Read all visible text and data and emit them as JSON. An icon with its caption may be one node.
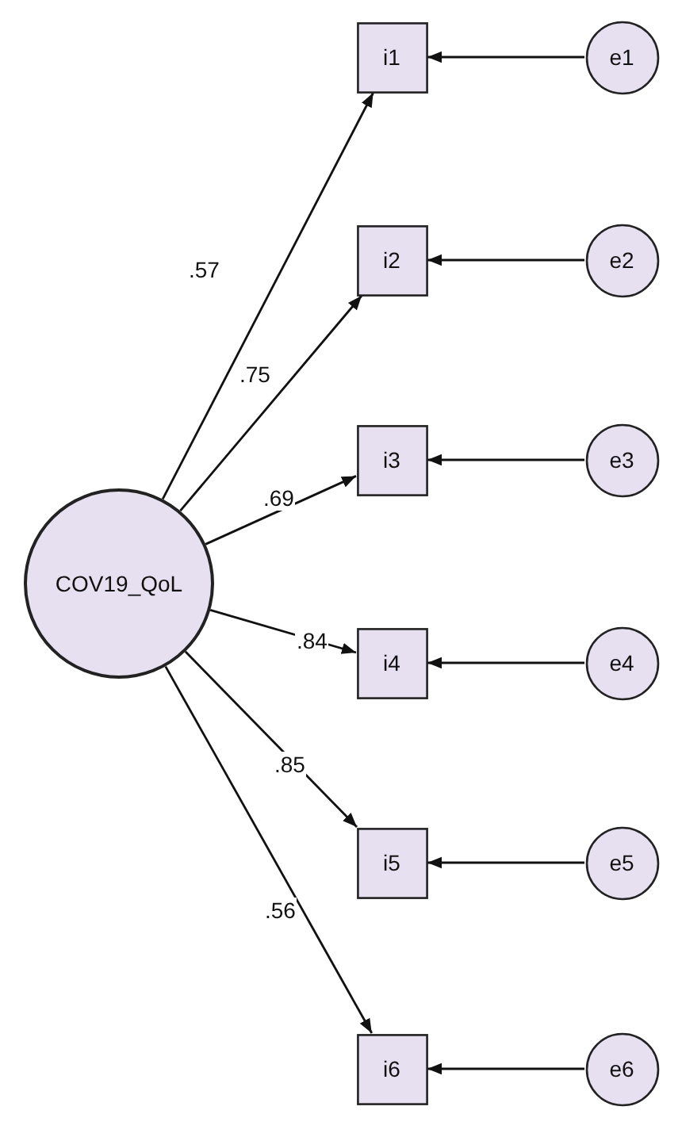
{
  "diagram": {
    "nodes": [
      {
        "text": [
          "COV19_QoL"
        ]
      },
      {
        "text": [
          "i1"
        ]
      },
      {
        "text": [
          "i2"
        ]
      },
      {
        "text": [
          "i3"
        ]
      },
      {
        "text": [
          "i4"
        ]
      },
      {
        "text": [
          "i5"
        ]
      },
      {
        "text": [
          "i6"
        ]
      },
      {
        "text": [
          "e1"
        ]
      },
      {
        "text": [
          "e2"
        ]
      },
      {
        "text": [
          "e3"
        ]
      },
      {
        "text": [
          "e4"
        ]
      },
      {
        "text": [
          "e5"
        ]
      },
      {
        "text": [
          "e6"
        ]
      }
    ],
    "edges": [
      {
        "from": 0,
        "to": 1,
        "arrow": "to",
        "label": ".57"
      },
      {
        "from": 0,
        "to": 2,
        "arrow": "to",
        "label": ".75"
      },
      {
        "from": 0,
        "to": 3,
        "arrow": "to",
        "label": ".69"
      },
      {
        "from": 0,
        "to": 4,
        "arrow": "to",
        "label": ".84"
      },
      {
        "from": 0,
        "to": 5,
        "arrow": "to",
        "label": ".85"
      },
      {
        "from": 0,
        "to": 6,
        "arrow": "to",
        "label": ".56"
      },
      {
        "from": 7,
        "to": 1,
        "arrow": "to"
      },
      {
        "from": 8,
        "to": 2,
        "arrow": "to"
      },
      {
        "from": 9,
        "to": 3,
        "arrow": "to"
      },
      {
        "from": 10,
        "to": 4,
        "arrow": "to"
      },
      {
        "from": 11,
        "to": 5,
        "arrow": "to"
      },
      {
        "from": 12,
        "to": 6,
        "arrow": "to"
      }
    ]
  }
}
